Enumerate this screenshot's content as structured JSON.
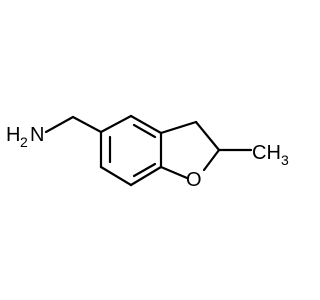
{
  "molecule": {
    "atoms": {
      "amine_prefix": "H",
      "amine_subscript": "2",
      "amine_suffix": "N",
      "oxygen": "O",
      "methyl_prefix": "CH",
      "methyl_subscript": "3"
    }
  }
}
